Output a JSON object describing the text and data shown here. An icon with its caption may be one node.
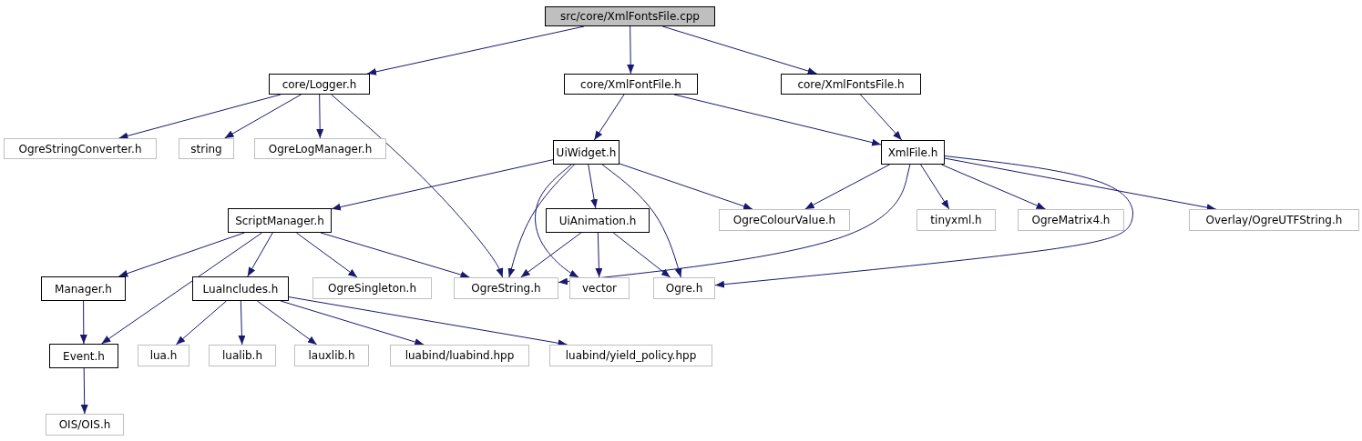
{
  "diagram": {
    "nodes": [
      {
        "text": [
          "src/core/XmlFontsFile.cpp"
        ]
      },
      {
        "text": [
          "core/Logger.h"
        ]
      },
      {
        "text": [
          "core/XmlFontFile.h"
        ]
      },
      {
        "text": [
          "core/XmlFontsFile.h"
        ]
      },
      {
        "text": [
          "OgreStringConverter.h"
        ]
      },
      {
        "text": [
          "string"
        ]
      },
      {
        "text": [
          "OgreLogManager.h"
        ]
      },
      {
        "text": [
          "UiWidget.h"
        ]
      },
      {
        "text": [
          "XmlFile.h"
        ]
      },
      {
        "text": [
          "ScriptManager.h"
        ]
      },
      {
        "text": [
          "UiAnimation.h"
        ]
      },
      {
        "text": [
          "OgreColourValue.h"
        ]
      },
      {
        "text": [
          "tinyxml.h"
        ]
      },
      {
        "text": [
          "OgreMatrix4.h"
        ]
      },
      {
        "text": [
          "Overlay/OgreUTFString.h"
        ]
      },
      {
        "text": [
          "Manager.h"
        ]
      },
      {
        "text": [
          "LuaIncludes.h"
        ]
      },
      {
        "text": [
          "OgreSingleton.h"
        ]
      },
      {
        "text": [
          "OgreString.h"
        ]
      },
      {
        "text": [
          "vector"
        ]
      },
      {
        "text": [
          "Ogre.h"
        ]
      },
      {
        "text": [
          "Event.h"
        ]
      },
      {
        "text": [
          "lua.h"
        ]
      },
      {
        "text": [
          "lualib.h"
        ]
      },
      {
        "text": [
          "lauxlib.h"
        ]
      },
      {
        "text": [
          "luabind/luabind.hpp"
        ]
      },
      {
        "text": [
          "luabind/yield_policy.hpp"
        ]
      },
      {
        "text": [
          "OIS/OIS.h"
        ]
      }
    ],
    "edges": [
      {
        "from": 0,
        "to": 1,
        "arrow": "to"
      },
      {
        "from": 0,
        "to": 2,
        "arrow": "to"
      },
      {
        "from": 0,
        "to": 3,
        "arrow": "to"
      },
      {
        "from": 1,
        "to": 4,
        "arrow": "to"
      },
      {
        "from": 1,
        "to": 5,
        "arrow": "to"
      },
      {
        "from": 1,
        "to": 6,
        "arrow": "to"
      },
      {
        "from": 1,
        "to": 18,
        "arrow": "to"
      },
      {
        "from": 2,
        "to": 7,
        "arrow": "to"
      },
      {
        "from": 2,
        "to": 8,
        "arrow": "to"
      },
      {
        "from": 3,
        "to": 8,
        "arrow": "to"
      },
      {
        "from": 7,
        "to": 9,
        "arrow": "to"
      },
      {
        "from": 7,
        "to": 18,
        "arrow": "to"
      },
      {
        "from": 7,
        "to": 19,
        "arrow": "to"
      },
      {
        "from": 7,
        "to": 10,
        "arrow": "to"
      },
      {
        "from": 7,
        "to": 20,
        "arrow": "to"
      },
      {
        "from": 7,
        "to": 11,
        "arrow": "to"
      },
      {
        "from": 8,
        "to": 11,
        "arrow": "to"
      },
      {
        "from": 8,
        "to": 12,
        "arrow": "to"
      },
      {
        "from": 8,
        "to": 13,
        "arrow": "to"
      },
      {
        "from": 8,
        "to": 14,
        "arrow": "to"
      },
      {
        "from": 8,
        "to": 18,
        "arrow": "to"
      },
      {
        "from": 8,
        "to": 20,
        "arrow": "to"
      },
      {
        "from": 9,
        "to": 15,
        "arrow": "to"
      },
      {
        "from": 9,
        "to": 21,
        "arrow": "to"
      },
      {
        "from": 9,
        "to": 16,
        "arrow": "to"
      },
      {
        "from": 9,
        "to": 17,
        "arrow": "to"
      },
      {
        "from": 9,
        "to": 18,
        "arrow": "to"
      },
      {
        "from": 10,
        "to": 18,
        "arrow": "to"
      },
      {
        "from": 10,
        "to": 19,
        "arrow": "to"
      },
      {
        "from": 10,
        "to": 20,
        "arrow": "to"
      },
      {
        "from": 15,
        "to": 21,
        "arrow": "to"
      },
      {
        "from": 16,
        "to": 22,
        "arrow": "to"
      },
      {
        "from": 16,
        "to": 23,
        "arrow": "to"
      },
      {
        "from": 16,
        "to": 24,
        "arrow": "to"
      },
      {
        "from": 16,
        "to": 25,
        "arrow": "to"
      },
      {
        "from": 16,
        "to": 26,
        "arrow": "to"
      },
      {
        "from": 21,
        "to": 27,
        "arrow": "to"
      }
    ]
  }
}
